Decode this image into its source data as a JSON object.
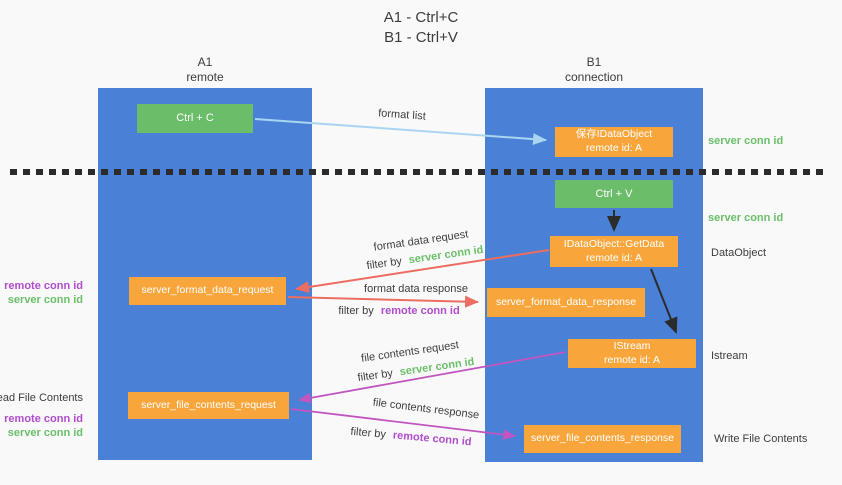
{
  "title": {
    "line1": "A1 - Ctrl+C",
    "line2": "B1 - Ctrl+V"
  },
  "columns": {
    "left": {
      "name": "A1",
      "subtitle": "remote"
    },
    "right": {
      "name": "B1",
      "subtitle": "connection"
    }
  },
  "boxes": {
    "ctrl_c": {
      "label": "Ctrl + C"
    },
    "save_idataobject": {
      "line1": "保存IDataObject",
      "line2": "remote id: A"
    },
    "ctrl_v": {
      "label": "Ctrl + V"
    },
    "getdata": {
      "line1": "IDataObject::GetData",
      "line2": "remote id: A"
    },
    "format_request": {
      "label": "server_format_data_request"
    },
    "format_response": {
      "label": "server_format_data_response"
    },
    "istream": {
      "line1": "IStream",
      "line2": "remote id: A"
    },
    "file_request": {
      "label": "server_file_contents_request"
    },
    "file_response": {
      "label": "server_file_contents_response"
    }
  },
  "arrows": {
    "format_list": {
      "label": "format list"
    },
    "format_data_request": {
      "label": "format data request",
      "filter_prefix": "filter by",
      "filter_key": "server conn id"
    },
    "format_data_response": {
      "label": "format data response",
      "filter_prefix": "filter by",
      "filter_key": "remote conn id"
    },
    "file_contents_request": {
      "label": "file contents request",
      "filter_prefix": "filter by",
      "filter_key": "server conn id"
    },
    "file_contents_response": {
      "label": "file contents response",
      "filter_prefix": "filter by",
      "filter_key": "remote conn id"
    }
  },
  "side_labels": {
    "right_top_conn": "server conn id",
    "right_mid_conn": "server conn id",
    "dataobject": "DataObject",
    "istream": "Istream",
    "write_file": "Write File Contents",
    "left_format_remote": "remote conn id",
    "left_format_server": "server conn id",
    "read_file": "Read File Contents",
    "left_file_remote": "remote conn id",
    "left_file_server": "server conn id"
  },
  "colors": {
    "column_blue": "#4a81d6",
    "box_green": "#6bbd69",
    "box_orange": "#f8a63c",
    "arrow_blue": "#a9d5f2",
    "arrow_red": "#ed6d60",
    "arrow_magenta": "#c156c1",
    "arrow_black": "#2b2b2b",
    "text_green": "#6abf69",
    "text_purple": "#b04ccd",
    "text_dark": "#3d3d3d",
    "bg": "#f9f9f9"
  }
}
